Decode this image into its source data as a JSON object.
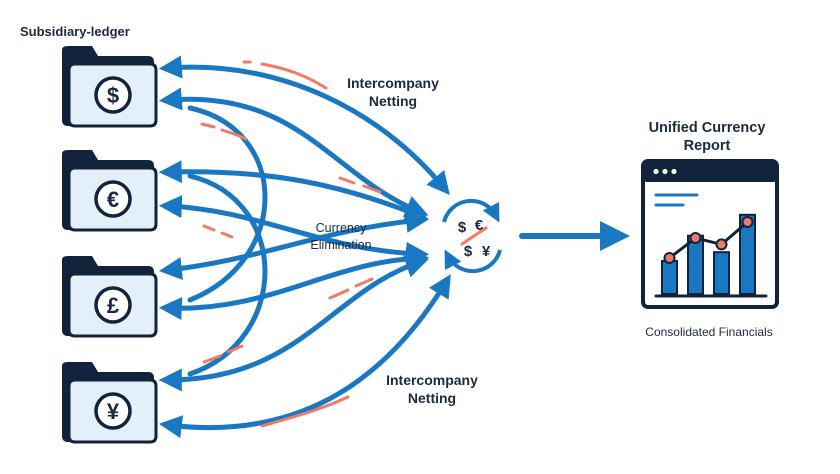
{
  "subsidiaries": {
    "title": "Subsidiary-ledger",
    "ledgers": [
      {
        "symbol": "$",
        "icon": "dollar-folder-icon"
      },
      {
        "symbol": "€",
        "icon": "euro-folder-icon"
      },
      {
        "symbol": "£",
        "icon": "pound-folder-icon"
      },
      {
        "symbol": "¥",
        "icon": "yen-folder-icon"
      }
    ]
  },
  "labels": {
    "netting_top_1": "Intercompany",
    "netting_top_2": "Netting",
    "elimination_1": "Currency",
    "elimination_2": "Elimination",
    "netting_bottom_1": "Intercompany",
    "netting_bottom_2": "Netting"
  },
  "exchange_hub": {
    "symbols": [
      "$",
      "€",
      "$",
      "¥"
    ],
    "icon": "currency-exchange-icon"
  },
  "report": {
    "title_1": "Unified Currency",
    "title_2": "Report",
    "caption": "Consolidated Financials",
    "bar_levels": [
      0.3,
      0.53,
      0.38,
      0.72
    ],
    "trend_levels": [
      0.3,
      0.55,
      0.47,
      0.75
    ],
    "icon": "report-dashboard-icon"
  },
  "colors": {
    "blue": "#1a78c2",
    "navy": "#11233a",
    "light_blue": "#e4f0f9",
    "coral": "#f07a66",
    "text": "#1b2a3f"
  }
}
